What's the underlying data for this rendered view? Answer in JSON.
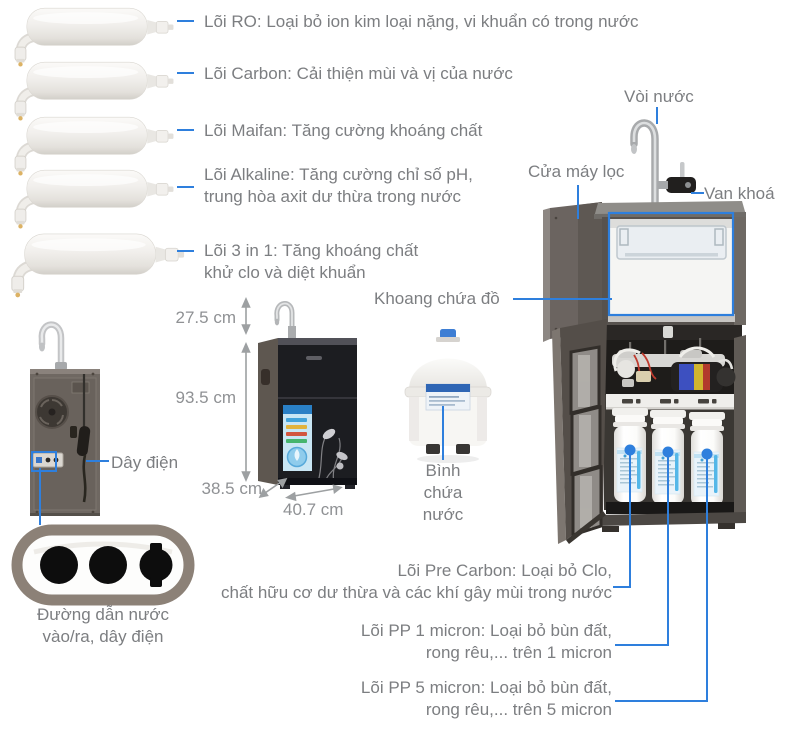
{
  "colors": {
    "accent_blue": "#2e7fdd",
    "label_text": "#7c7e81",
    "dimension_text": "#8f9194"
  },
  "cartridges": {
    "items": [
      {
        "label": "Lõi RO: Loại bỏ ion kim loại nặng, vi khuẩn có trong nước"
      },
      {
        "label": "Lõi Carbon: Cải thiện mùi và vị của nước"
      },
      {
        "label": "Lõi Maifan: Tăng cường khoáng chất"
      },
      {
        "label": "Lõi Alkaline: Tăng cường chỉ số pH,\ntrung hòa axit dư thừa trong nước"
      },
      {
        "label": "Lõi 3 in 1: Tăng khoáng chất\nkhử clo và diệt khuẩn"
      }
    ]
  },
  "callouts": {
    "faucet": "Vòi nước",
    "filter_door": "Cửa máy lọc",
    "lock_valve": "Van khoá",
    "storage_compartment": "Khoang chứa đồ",
    "power_cord": "Dây điện",
    "water_tank": "Bình\nchứa\nnước",
    "water_lines": "Đường dẫn nước\nvào/ra, dây điện"
  },
  "dimensions": {
    "faucet_height": "27.5 cm",
    "body_height": "93.5 cm",
    "depth": "38.5 cm",
    "width": "40.7 cm"
  },
  "rear_filters": [
    {
      "label": "Lõi Pre Carbon: Loại bỏ Clo,\nchất hữu cơ dư thừa và các khí gây mùi trong nước"
    },
    {
      "label": "Lõi PP 1 micron: Loại bỏ bùn đất,\nrong rêu,... trên 1 micron"
    },
    {
      "label": "Lõi PP 5 micron: Loại bỏ bùn đất,\nrong rêu,... trên 5 micron"
    }
  ]
}
